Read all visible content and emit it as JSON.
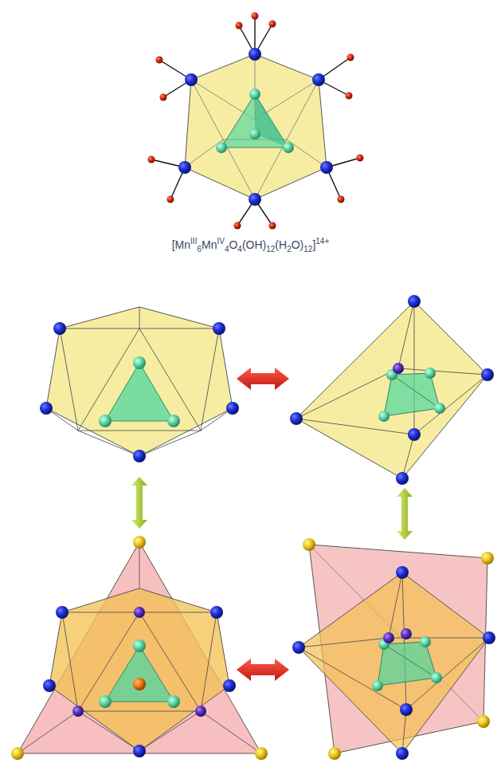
{
  "diagram": {
    "labels": [
      "[Mn",
      "III",
      "6",
      "Mn",
      "IV",
      "4",
      "O",
      "4",
      "(OH)",
      "12",
      "(H",
      "2",
      "O)",
      "12",
      "]",
      "14+"
    ]
  }
}
